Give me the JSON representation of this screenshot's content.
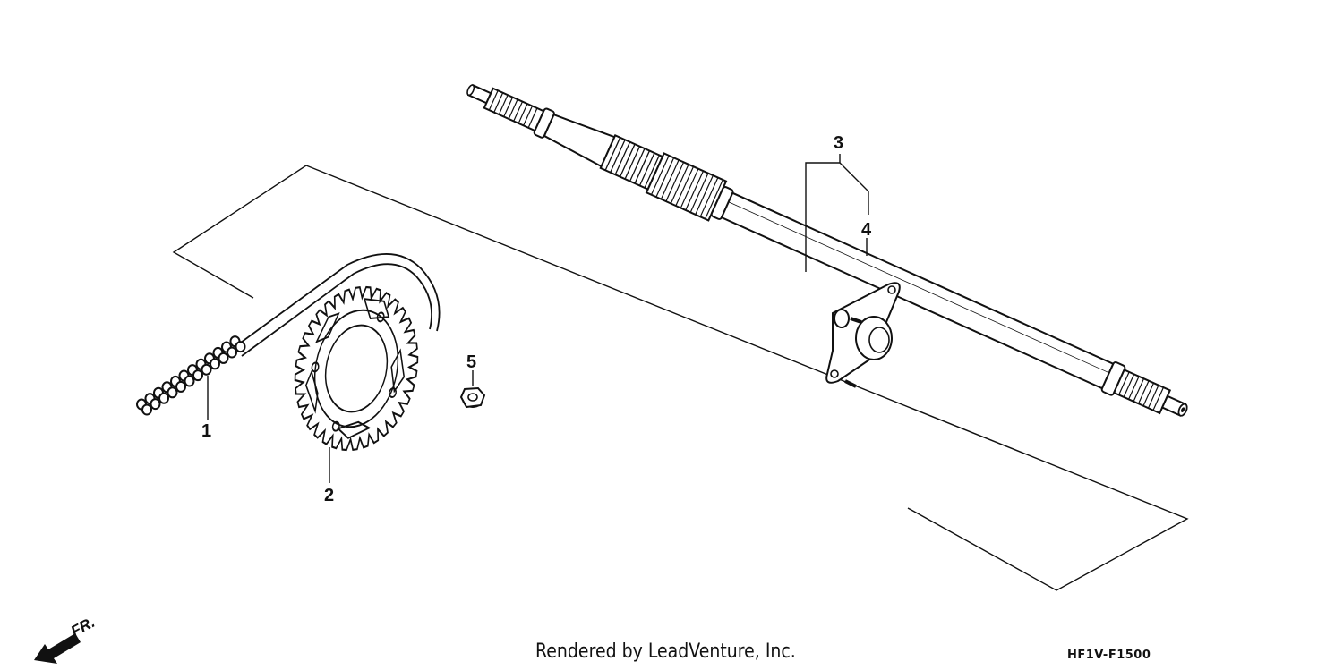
{
  "callouts": {
    "chain": "1",
    "sprocket": "2",
    "axle_assembly": "3",
    "bolt": "4",
    "nut": "5"
  },
  "direction_indicator": "FR.",
  "footer": {
    "credit": "Rendered by LeadVenture, Inc.",
    "diagram_code": "HF1V-F1500"
  },
  "colors": {
    "line": "#111111",
    "background": "#ffffff"
  }
}
